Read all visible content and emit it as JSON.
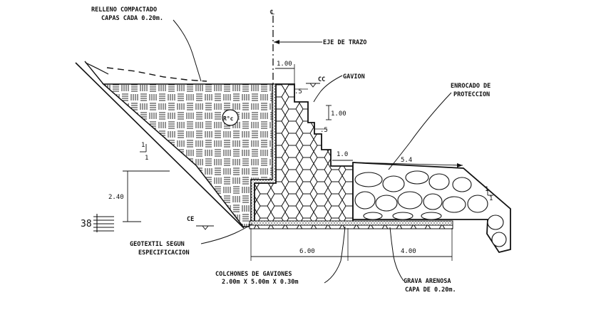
{
  "labels": {
    "relleno_line1": "RELLENO COMPACTADO",
    "relleno_line2": "CAPAS CADA 0.20m.",
    "centerline": "℄",
    "eje": "EJE DE TRAZO",
    "cc": "CC",
    "gavion": "GAVION",
    "enrocado_line1": "ENROCADO DE",
    "enrocado_line2": "PROTECCION",
    "rc": "R°c",
    "ce": "CE",
    "geotextil_line1": "GEOTEXTIL SEGUN",
    "geotextil_line2": "ESPECIFICACION",
    "colchones_line1": "COLCHONES DE GAVIONES",
    "colchones_line2": "2.00m X 5.00m X 0.30m",
    "grava_line1": "GRAVA ARENOSA",
    "grava_line2": "CAPA DE 0.20m.",
    "level_38": "38"
  },
  "dimensions": {
    "top_width": "1.00",
    "step_a": ".5",
    "step_height": "1.00",
    "step_b": ".5",
    "step_offset": "1.0",
    "rock_width": "5.4",
    "fill_height": "2.40",
    "base_6": "6.00",
    "base_4": "4.00",
    "slope_left_1": "1",
    "slope_left_2": "1",
    "slope_right_1": "1",
    "slope_right_2": "1"
  },
  "colors": {
    "ink": "#111111",
    "background": "#ffffff"
  }
}
